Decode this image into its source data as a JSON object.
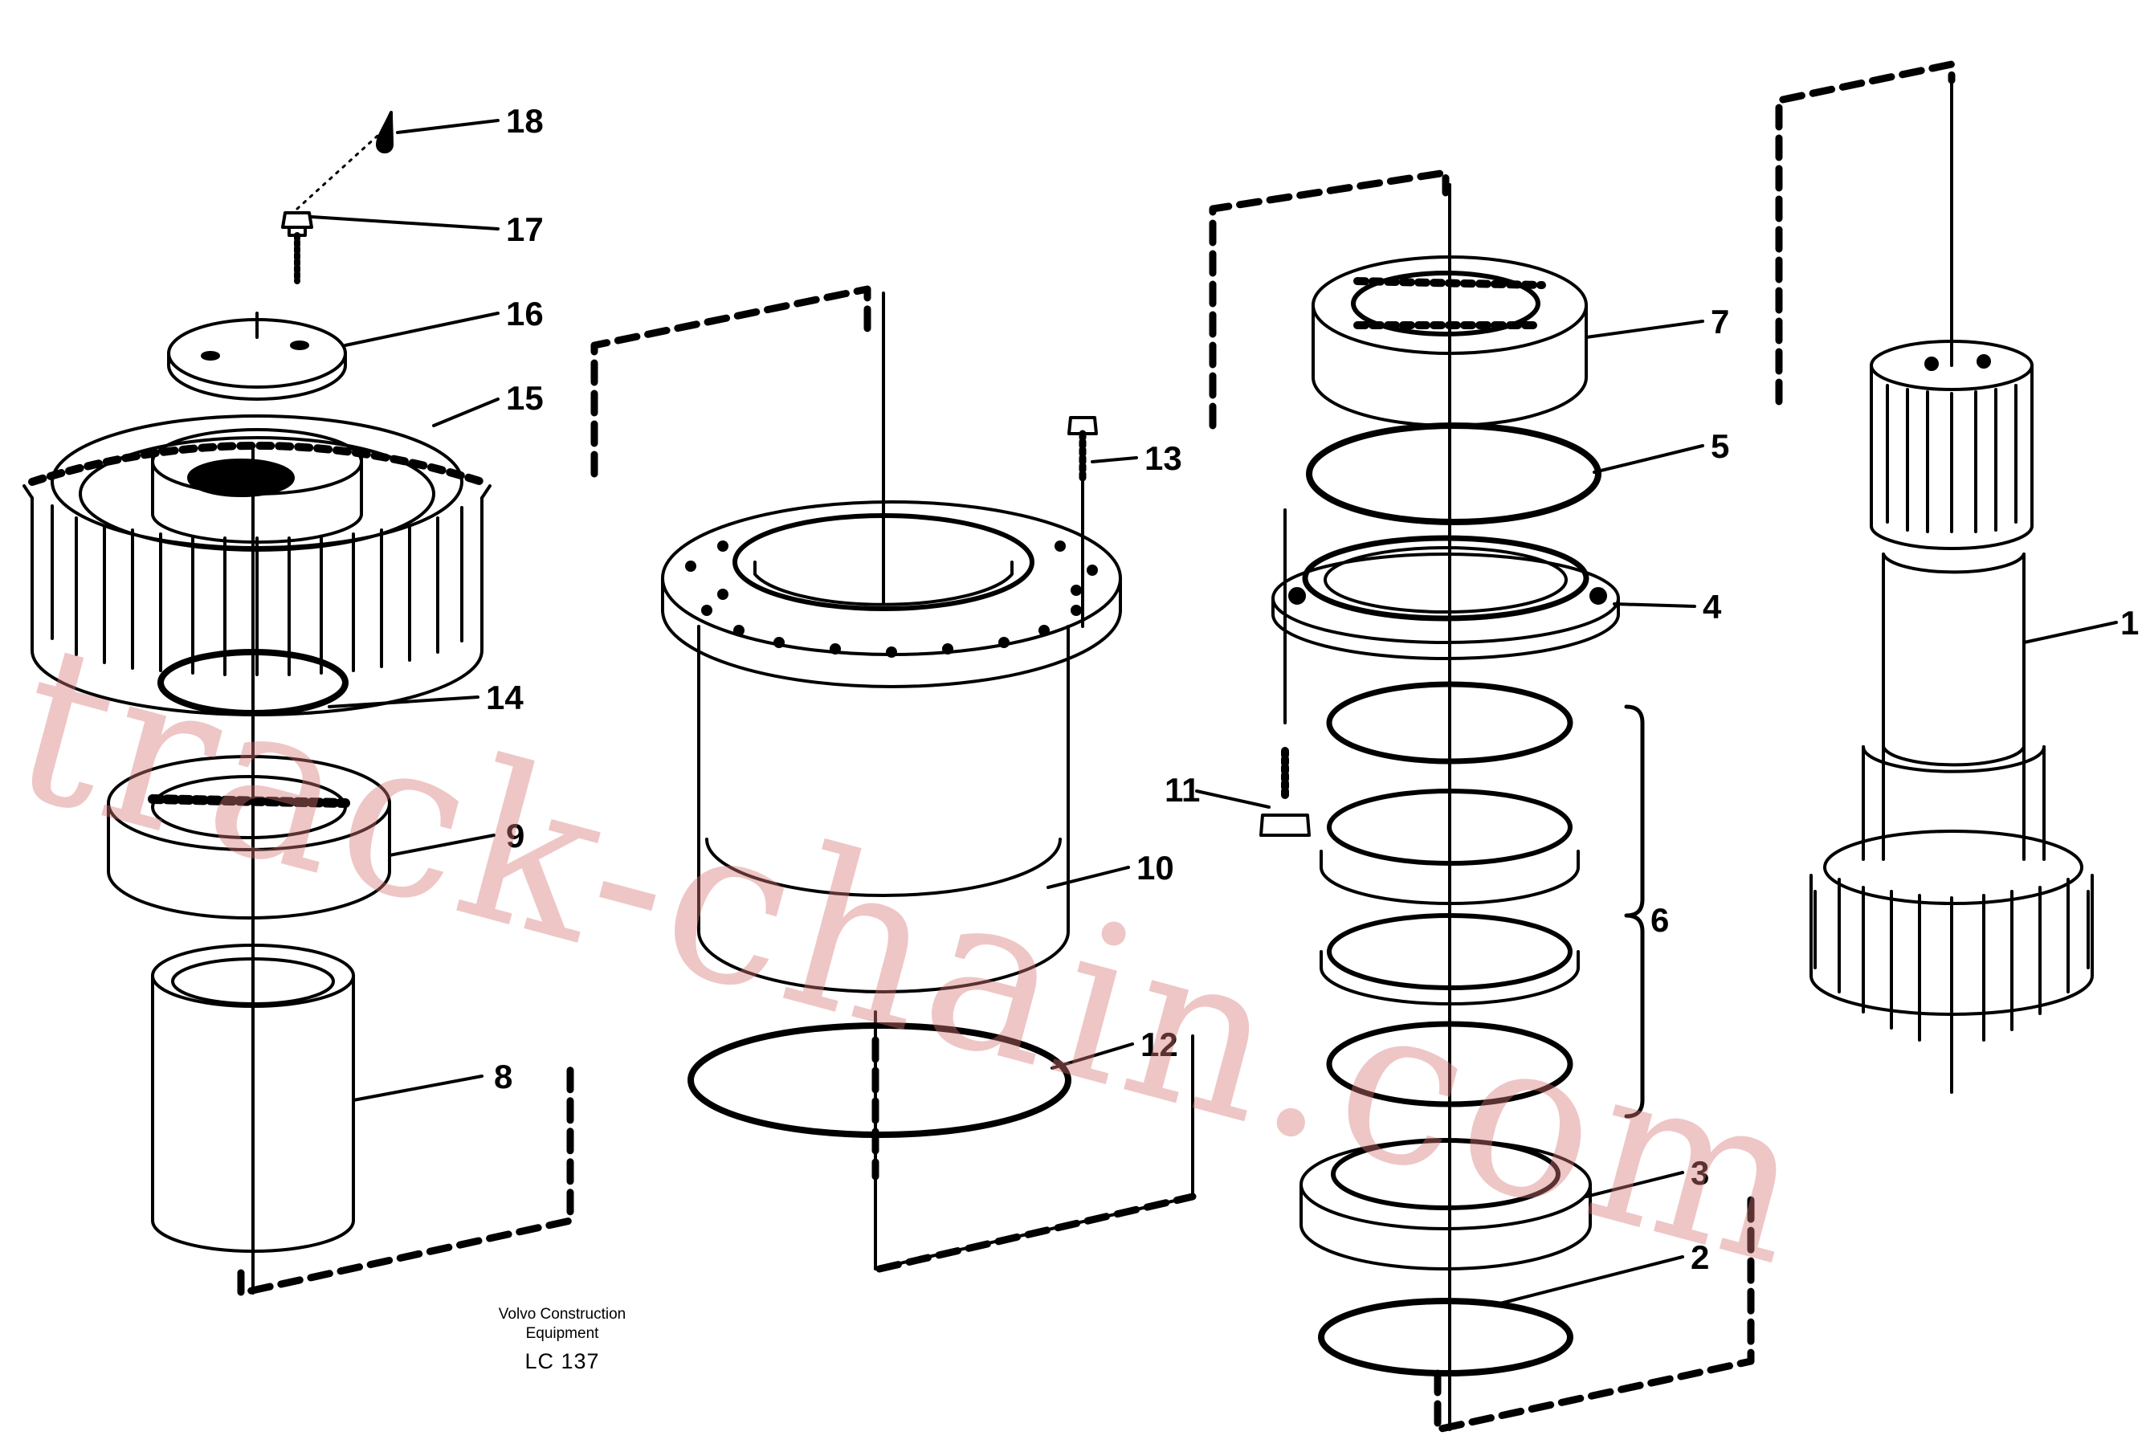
{
  "parts": [
    {
      "id": "p1",
      "number": "1"
    },
    {
      "id": "p2",
      "number": "2"
    },
    {
      "id": "p3",
      "number": "3"
    },
    {
      "id": "p4",
      "number": "4"
    },
    {
      "id": "p5",
      "number": "5"
    },
    {
      "id": "p6",
      "number": "6"
    },
    {
      "id": "p7",
      "number": "7"
    },
    {
      "id": "p8",
      "number": "8"
    },
    {
      "id": "p9",
      "number": "9"
    },
    {
      "id": "p10",
      "number": "10"
    },
    {
      "id": "p11",
      "number": "11"
    },
    {
      "id": "p12",
      "number": "12"
    },
    {
      "id": "p13",
      "number": "13"
    },
    {
      "id": "p14",
      "number": "14"
    },
    {
      "id": "p15",
      "number": "15"
    },
    {
      "id": "p16",
      "number": "16"
    },
    {
      "id": "p17",
      "number": "17"
    },
    {
      "id": "p18",
      "number": "18"
    }
  ],
  "caption": {
    "line1": "Volvo Construction",
    "line2": "Equipment",
    "code": "LC 137"
  },
  "watermark": "track-chain.com",
  "colors": {
    "ink": "#000000",
    "background": "#ffffff",
    "watermark": "#d67878"
  }
}
